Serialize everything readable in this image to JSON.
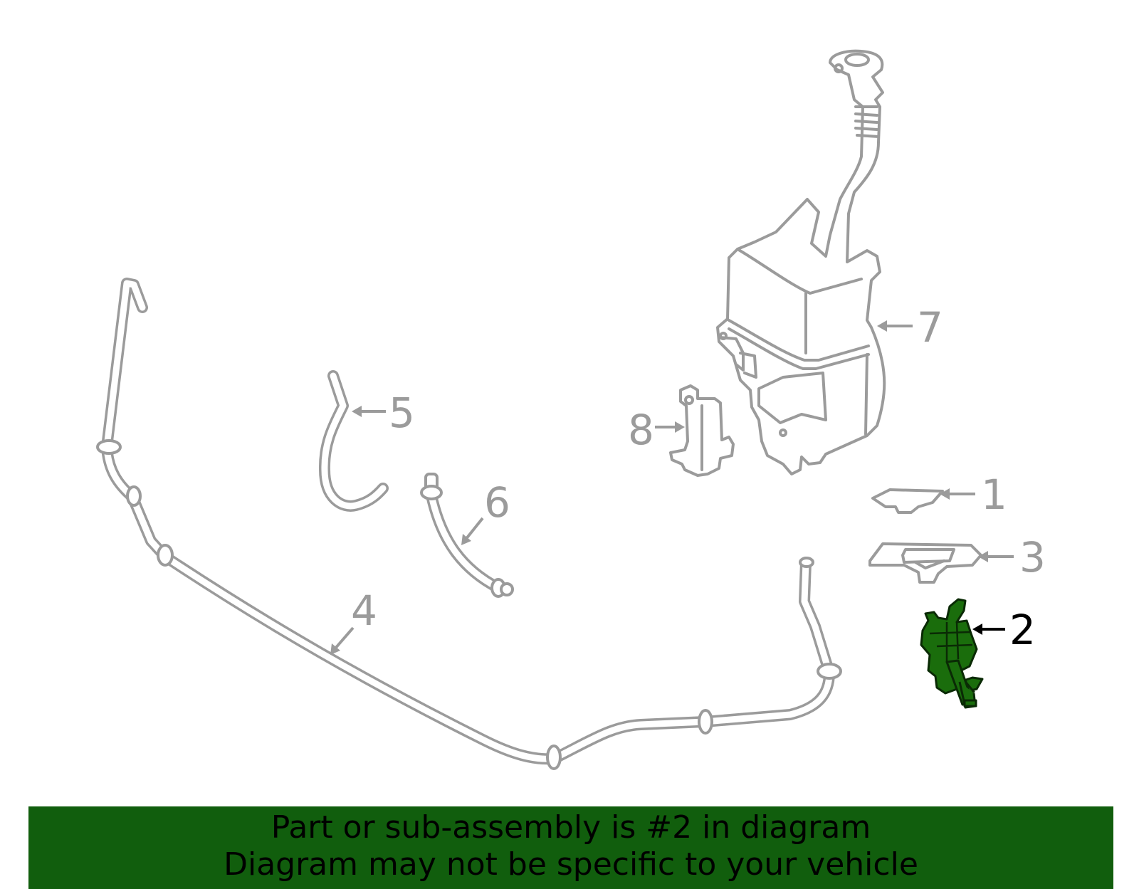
{
  "callouts": [
    {
      "id": "1",
      "label": "1",
      "highlighted": false
    },
    {
      "id": "2",
      "label": "2",
      "highlighted": true
    },
    {
      "id": "3",
      "label": "3",
      "highlighted": false
    },
    {
      "id": "4",
      "label": "4",
      "highlighted": false
    },
    {
      "id": "5",
      "label": "5",
      "highlighted": false
    },
    {
      "id": "6",
      "label": "6",
      "highlighted": false
    },
    {
      "id": "7",
      "label": "7",
      "highlighted": false
    },
    {
      "id": "8",
      "label": "8",
      "highlighted": false
    }
  ],
  "banner": {
    "line1": "Part or sub-assembly is #2 in diagram",
    "line2": "Diagram may not be specific to your vehicle"
  },
  "colors": {
    "outline": "#9b9b9b",
    "highlight_part": "#1a6d0c",
    "banner_bg": "#115e0d",
    "text_highlight": "#000000"
  }
}
